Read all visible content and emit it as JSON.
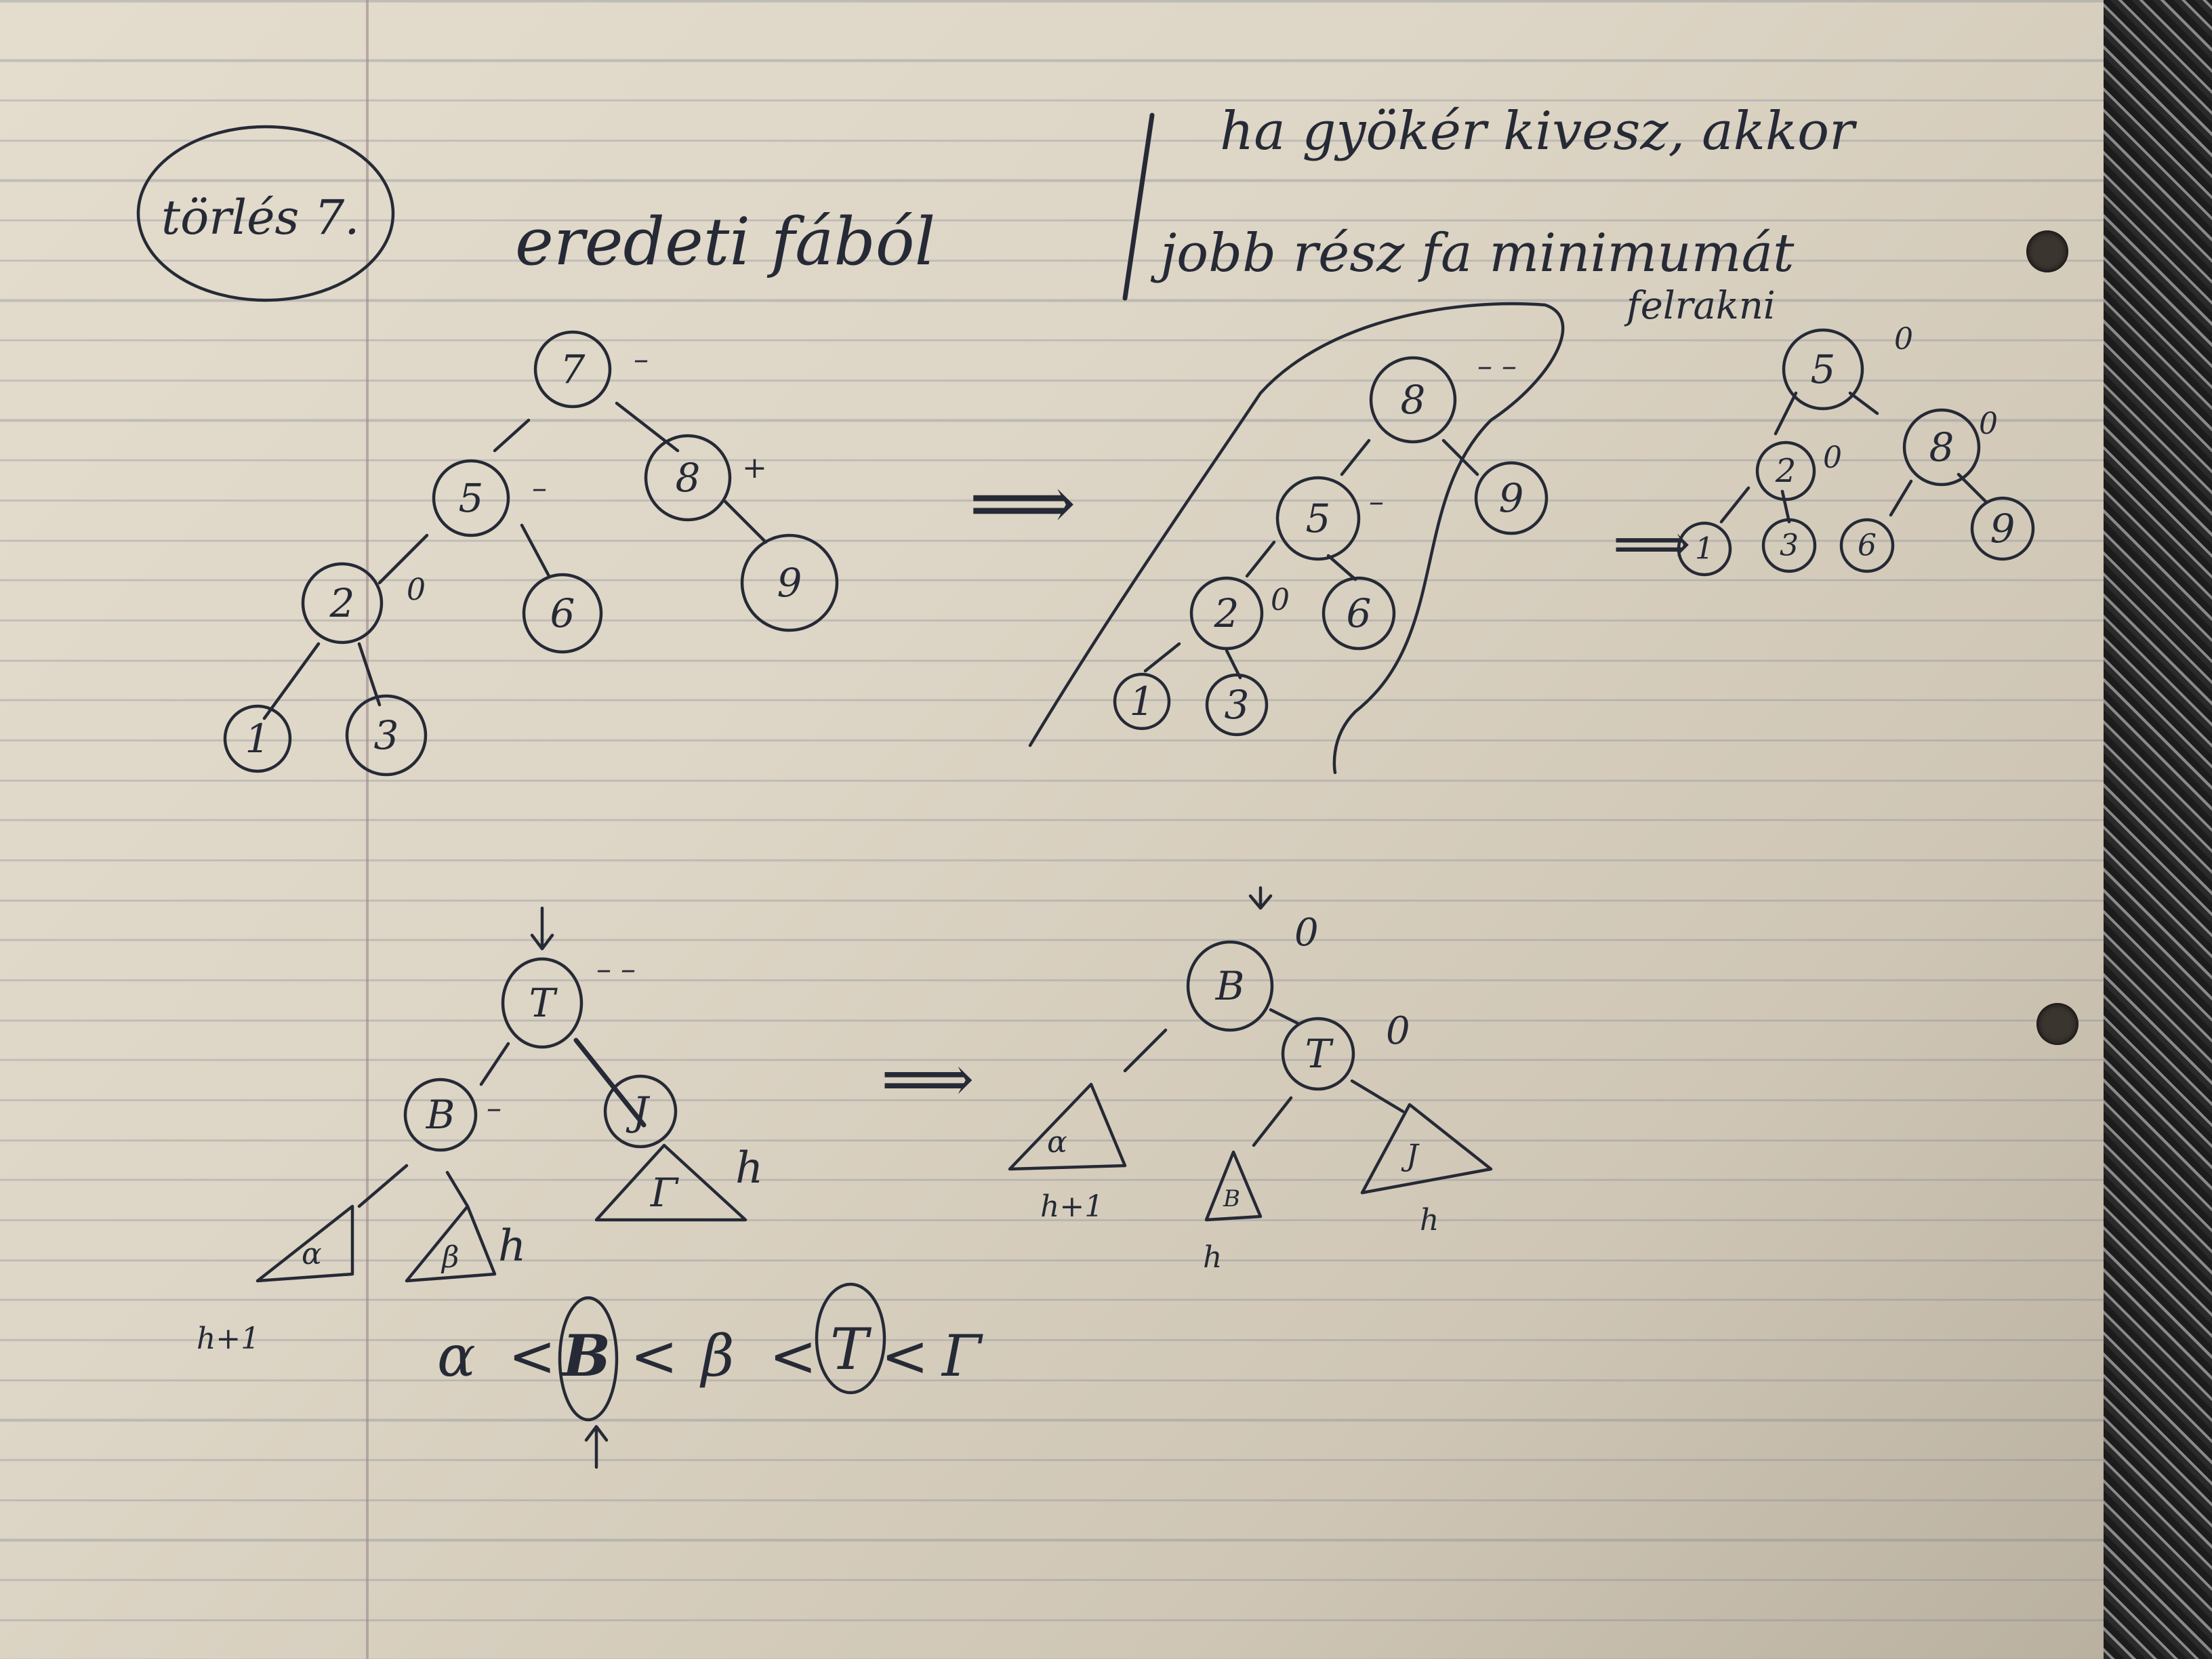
{
  "header": {
    "circled_label": "törlés 7.",
    "left_title": "eredeti fából",
    "right_note_line1": "ha gyökér kivesz, akkor",
    "right_note_line2": "jobb rész fa minimumát",
    "right_note_line3": "felrakni"
  },
  "tree_original": {
    "nodes": [
      "7",
      "5",
      "8",
      "2",
      "6",
      "9",
      "1",
      "3"
    ],
    "balances": {
      "n7": "–",
      "n5": "–",
      "n8": "+",
      "n2": "0"
    }
  },
  "tree_middle": {
    "nodes": [
      "8",
      "5",
      "9",
      "2",
      "6",
      "1",
      "3"
    ],
    "balances": {
      "n8": "– –",
      "n5": "–",
      "n2": "0"
    }
  },
  "tree_result": {
    "nodes": [
      "5",
      "2",
      "8",
      "1",
      "3",
      "6",
      "9"
    ],
    "balances": {
      "n5": "0",
      "n2": "0",
      "n8": "0"
    }
  },
  "arrows": {
    "implies": "⟹"
  },
  "rotation_before": {
    "root": "T",
    "root_balance": "– –",
    "left": "B",
    "left_balance": "–",
    "right": "J",
    "subtrees": [
      "α",
      "β",
      "Γ"
    ],
    "heights": [
      "h+1",
      "h",
      "h"
    ]
  },
  "rotation_after": {
    "root": "B",
    "root_balance": "0",
    "right": "T",
    "right_balance": "0",
    "subtrees": [
      "α",
      "B",
      "J"
    ],
    "heights": [
      "h+1",
      "h",
      "h"
    ]
  },
  "ordering": {
    "text": [
      "α",
      "<",
      "B",
      "<",
      "β",
      "<",
      "T",
      "<",
      "Γ"
    ]
  },
  "colors": {
    "ink": "#262a36",
    "paper": "#ddd5c5",
    "rule": "#6e788c"
  }
}
